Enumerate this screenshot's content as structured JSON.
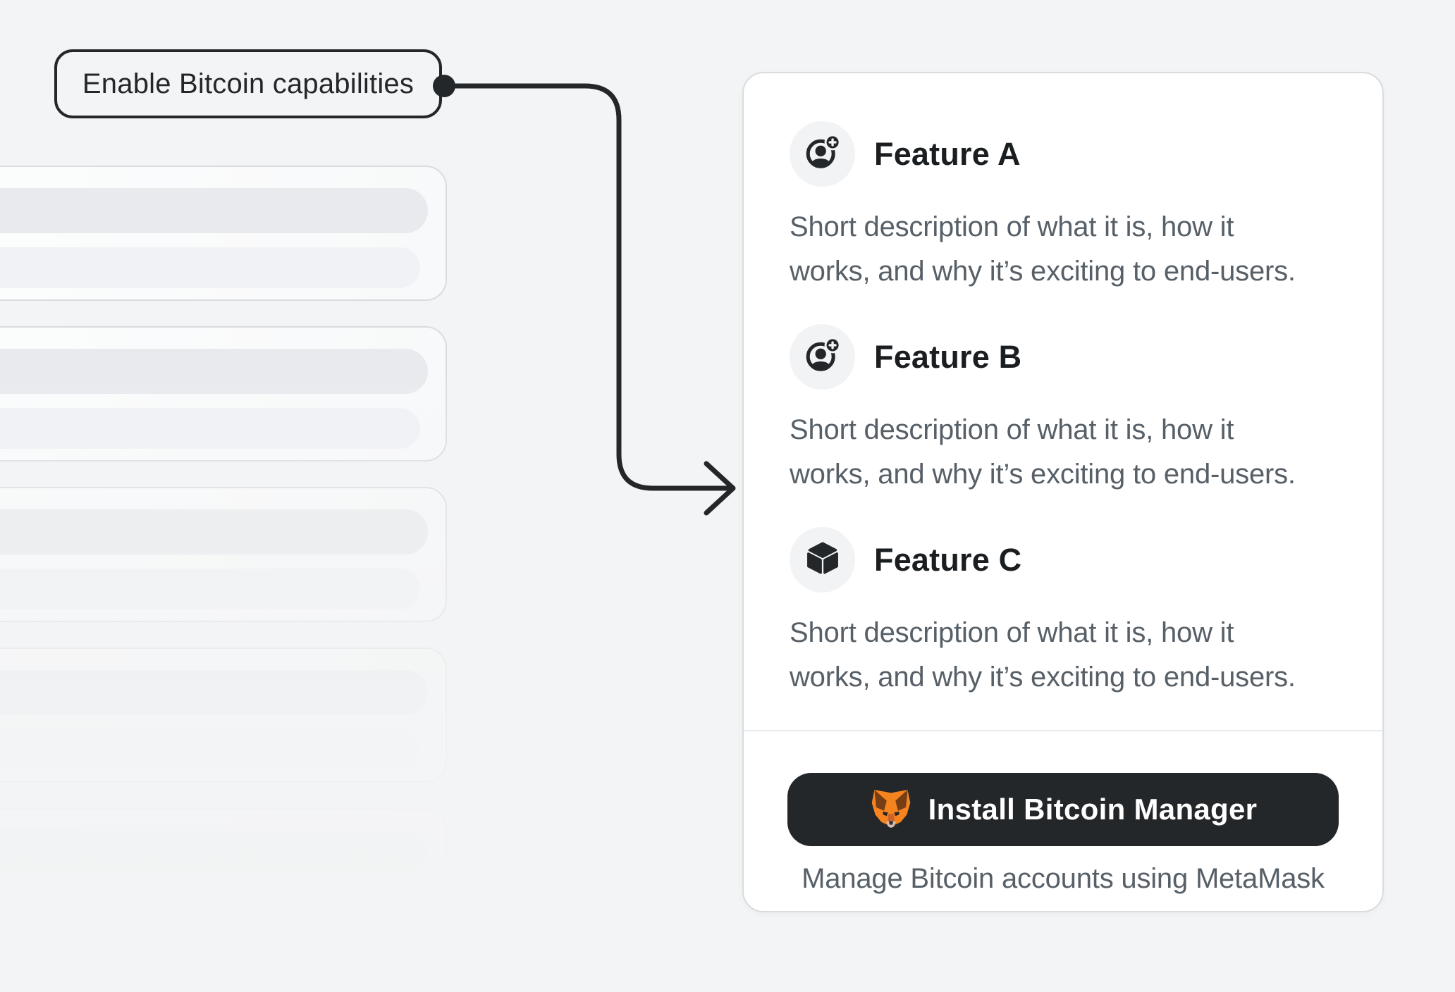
{
  "annotation": {
    "label": "Enable Bitcoin capabilities"
  },
  "card": {
    "features": [
      {
        "icon": "account-add-icon",
        "title": "Feature A",
        "lines": [
          "Short description of what it is, how it",
          "works, and why it’s exciting to end-users."
        ]
      },
      {
        "icon": "account-add-icon",
        "title": "Feature B",
        "lines": [
          "Short description of what it is, how it",
          "works, and why it’s exciting to end-users."
        ]
      },
      {
        "icon": "cube-icon",
        "title": "Feature C",
        "lines": [
          "Short description of what it is, how it",
          "works, and why it’s exciting to end-users."
        ]
      }
    ],
    "footer": {
      "install_button": "Install Bitcoin Manager",
      "caption": "Manage Bitcoin accounts using MetaMask"
    }
  },
  "colors": {
    "page_bg": "#f3f4f5",
    "ink": "#24272a",
    "text_muted": "#575f67",
    "card_border": "#d9dcdf",
    "button_bg": "#24272a",
    "fox_orange": "#f5841f",
    "fox_brown": "#763d16"
  }
}
